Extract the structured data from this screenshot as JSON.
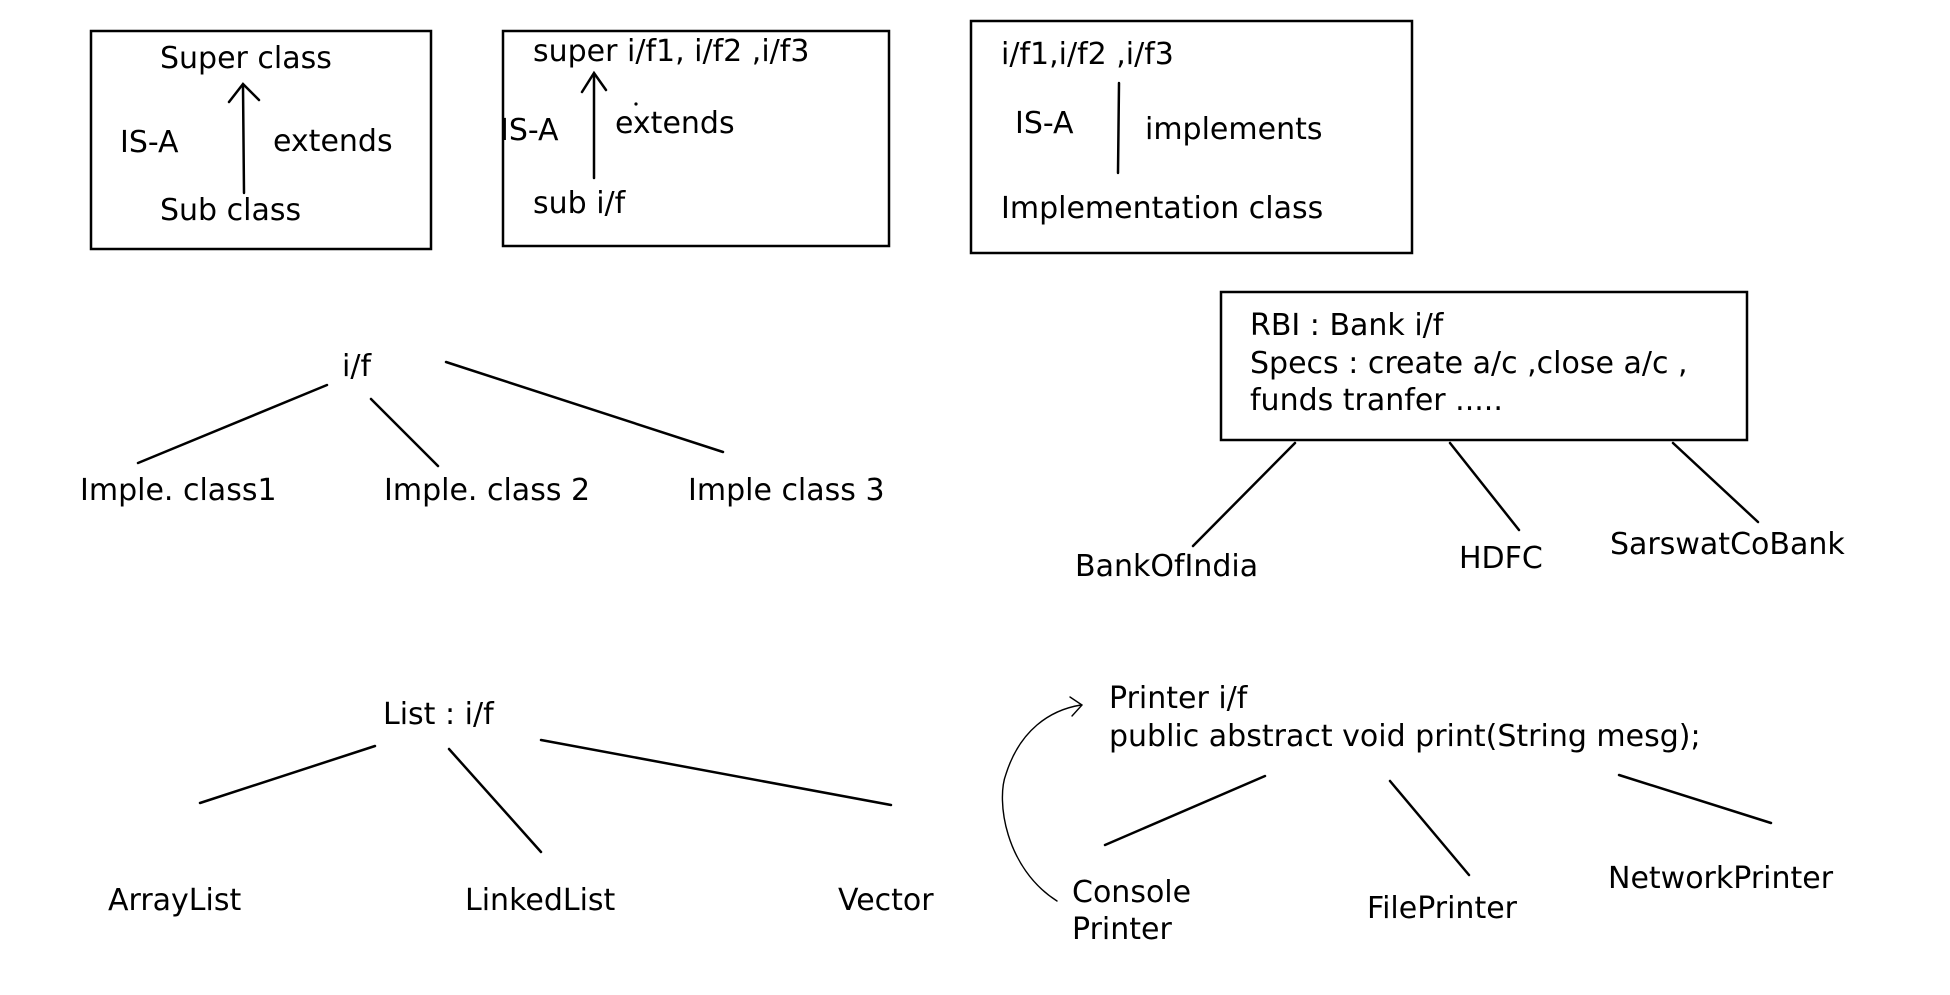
{
  "box1": {
    "top": "Super class",
    "bottom": "Sub class",
    "left": "IS-A",
    "right": "extends"
  },
  "box2": {
    "top": "super i/f1, i/f2 ,i/f3",
    "bottom": "sub i/f",
    "left": "IS-A",
    "right": "extends"
  },
  "box3": {
    "top": "i/f1,i/f2 ,i/f3",
    "bottom": "Implementation class",
    "left": "IS-A",
    "right": "implements"
  },
  "tree_if": {
    "root": "i/f",
    "children": [
      "Imple. class1",
      "Imple. class 2",
      "Imple class 3"
    ]
  },
  "rbi": {
    "lines": [
      "RBI : Bank i/f",
      "Specs : create a/c ,close a/c ,",
      "funds tranfer ....."
    ],
    "children": [
      "BankOfIndia",
      "HDFC",
      "SarswatCoBank"
    ]
  },
  "list_tree": {
    "root": "List : i/f",
    "children": [
      "ArrayList",
      "LinkedList",
      "Vector"
    ]
  },
  "printer": {
    "line1": "Printer i/f",
    "line2": "public abstract void print(String mesg);",
    "children": {
      "console_line1": "Console",
      "console_line2": "Printer",
      "file": "FilePrinter",
      "network": "NetworkPrinter"
    }
  }
}
